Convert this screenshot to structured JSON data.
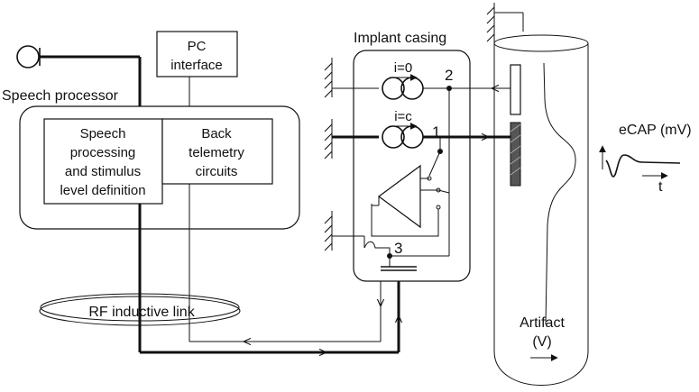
{
  "labels": {
    "pc_interface_line1": "PC",
    "pc_interface_line2": "interface",
    "speech_processor": "Speech processor",
    "speech_processing_line1": "Speech",
    "speech_processing_line2": "processing",
    "speech_processing_line3": "and stimulus",
    "speech_processing_line4": "level definition",
    "back_telemetry_line1": "Back",
    "back_telemetry_line2": "telemetry",
    "back_telemetry_line3": "circuits",
    "rf_link": "RF inductive link",
    "implant_casing": "Implant casing",
    "current_zero": "i=0",
    "current_c": "i=c",
    "node_2": "2",
    "node_1": "1",
    "node_3": "3",
    "ecap": "eCAP (mV)",
    "time": "t",
    "artifact_line1": "Artifact",
    "artifact_line2": "(V)"
  }
}
